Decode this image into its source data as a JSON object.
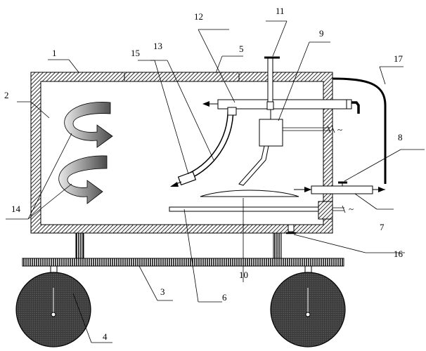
{
  "labels": {
    "l1": "1",
    "l2": "2",
    "l3": "3",
    "l4": "4",
    "l5": "5",
    "l6": "6",
    "l7": "7",
    "l8": "8",
    "l9": "9",
    "l10": "10",
    "l11": "11",
    "l12": "12",
    "l13": "13",
    "l14": "14",
    "l15": "15",
    "l16": "16",
    "l17": "17"
  },
  "symbols": {
    "ac_top": "~",
    "ac_bottom": "~"
  }
}
